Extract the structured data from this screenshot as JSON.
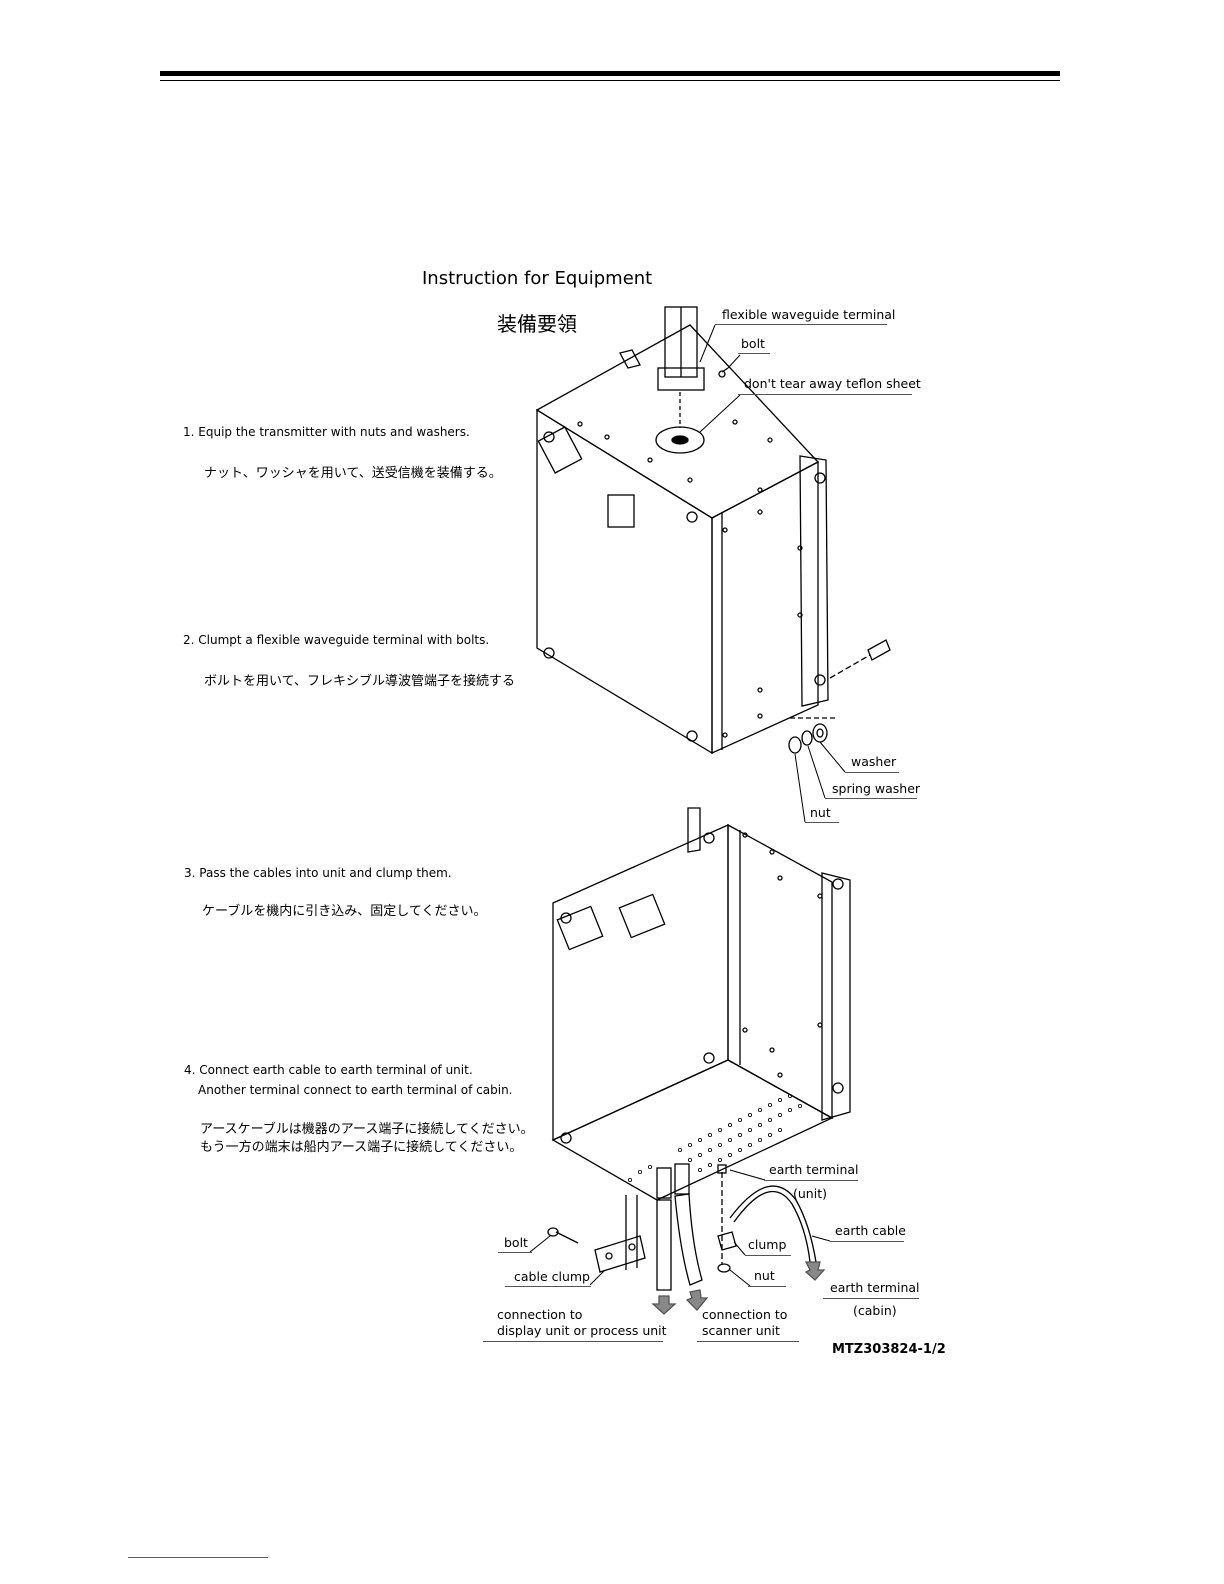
{
  "title": {
    "en": "Instruction for Equipment",
    "ja": "装備要領"
  },
  "steps": [
    {
      "en": "1. Equip the transmitter with nuts and washers.",
      "ja": "ナット、ワッシャを用いて、送受信機を装備する。"
    },
    {
      "en": "2. Clumpt a flexible waveguide terminal  with bolts.",
      "ja": "ボルトを用いて、フレキシブル導波管端子を接続する"
    },
    {
      "en": "3. Pass the cables into unit and clump them.",
      "ja": "ケーブルを機内に引き込み、固定してください。"
    },
    {
      "en_line1": "4. Connect earth cable to earth terminal of unit.",
      "en_line2": "Another terminal connect to earth terminal of cabin.",
      "ja_line1": "アースケーブルは機器のアース端子に接続してください。",
      "ja_line2": "もう一方の端末は船内アース端子に接続してください。"
    }
  ],
  "labels": {
    "flexible_waveguide_terminal": "flexible waveguide terminal",
    "bolt_top": "bolt",
    "teflon": "don't tear away teflon sheet",
    "washer": "washer",
    "spring_washer": "spring washer",
    "nut_top": "nut",
    "earth_terminal_unit": "earth terminal",
    "unit": "(unit)",
    "earth_cable": "earth cable",
    "bolt_bottom": "bolt",
    "clump": "clump",
    "cable_clump": "cable clump",
    "nut_bottom": "nut",
    "earth_terminal_cabin": "earth terminal",
    "cabin": "(cabin)",
    "conn_display_1": "connection to",
    "conn_display_2": "display unit or process unit",
    "conn_scanner_1": "connection to",
    "conn_scanner_2": "scanner unit"
  },
  "drawing_code": "MTZ303824-1/2"
}
